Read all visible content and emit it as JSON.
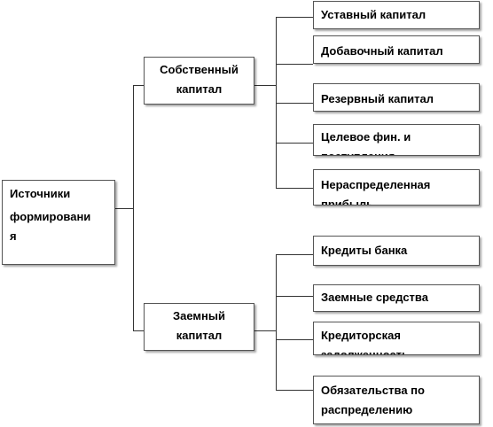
{
  "root": {
    "lines": [
      "Источники",
      "формировани",
      "я"
    ]
  },
  "groups": [
    {
      "label": "Собственный капитал"
    },
    {
      "label": "Заемный капитал"
    }
  ],
  "own_items": [
    "Уставный капитал",
    "Добавочный капитал",
    "Резервный капитал",
    "Целевое фин. и поступления",
    "Нераспределенная прибыль"
  ],
  "borrowed_items": [
    "Кредиты банка",
    "Заемные средства",
    "Кредиторская задолженность",
    "Обязательства по распределению"
  ]
}
